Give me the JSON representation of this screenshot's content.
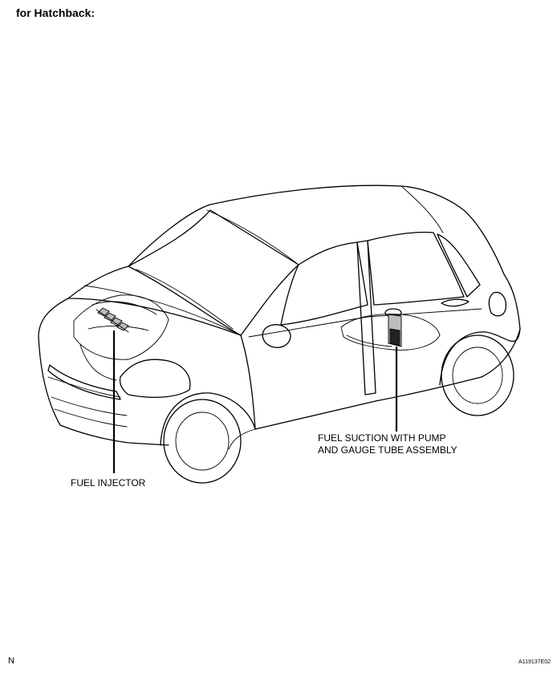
{
  "header": {
    "title": "for Hatchback:"
  },
  "diagram": {
    "labels": {
      "fuel_pump": [
        "FUEL SUCTION WITH PUMP",
        "AND GAUGE TUBE ASSEMBLY"
      ],
      "fuel_injector": "FUEL INJECTOR"
    }
  },
  "footer": {
    "left_mark": "N",
    "figure_code": "A119137E02"
  }
}
